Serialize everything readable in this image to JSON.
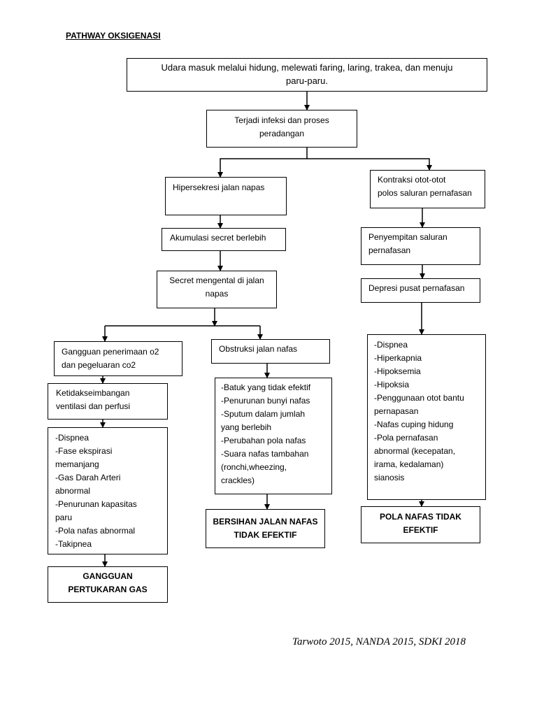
{
  "title": "PATHWAY OKSIGENASI",
  "nodes": {
    "udara": {
      "lines": [
        "Udara masuk melalui hidung, melewati faring, laring, trakea, dan menuju",
        "paru-paru."
      ]
    },
    "infeksi": {
      "lines": [
        "Terjadi infeksi dan proses",
        "peradangan"
      ]
    },
    "hipersekresi": {
      "lines": [
        "Hipersekresi jalan napas"
      ]
    },
    "kontraksi": {
      "lines": [
        "Kontraksi otot-otot",
        "polos saluran pernafasan"
      ]
    },
    "akumulasi": {
      "lines": [
        "Akumulasi secret berlebih"
      ]
    },
    "penyempitan": {
      "lines": [
        "Penyempitan saluran",
        "pernafasan"
      ]
    },
    "secret": {
      "lines": [
        "Secret mengental di jalan",
        "napas"
      ]
    },
    "depresi": {
      "lines": [
        "Depresi pusat pernafasan"
      ]
    },
    "gangguan_penerimaan": {
      "lines": [
        "Gangguan penerimaan  o2",
        "dan pegeluaran co2"
      ]
    },
    "obstruksi": {
      "lines": [
        "Obstruksi jalan nafas"
      ]
    },
    "ketidakseimbangan": {
      "lines": [
        "Ketidakseimbangan",
        "ventilasi dan perfusi"
      ]
    },
    "gejala_gas": {
      "lines": [
        "-Dispnea",
        "-Fase ekspirasi",
        "memanjang",
        "-Gas Darah Arteri",
        "abnormal",
        "-Penurunan kapasitas",
        "paru",
        "-Pola nafas abnormal",
        "-Takipnea"
      ]
    },
    "gejala_obstruksi": {
      "lines": [
        "-Batuk yang tidak efektif",
        "-Penurunan bunyi nafas",
        "-Sputum dalam jumlah",
        "yang berlebih",
        "-Perubahan pola nafas",
        "-Suara nafas tambahan",
        "(ronchi,wheezing,",
        "crackles)"
      ]
    },
    "gejala_pola": {
      "lines": [
        "-Dispnea",
        "-Hiperkapnia",
        "-Hipoksemia",
        "-Hipoksia",
        "-Penggunaan otot bantu",
        "pernapasan",
        "-Nafas cuping hidung",
        "-Pola pernafasan",
        "abnormal (kecepatan,",
        "irama, kedalaman)",
        "sianosis"
      ]
    },
    "dx_gas": {
      "lines": [
        "GANGGUAN",
        "PERTUKARAN GAS"
      ]
    },
    "dx_jalan_nafas": {
      "lines": [
        "BERSIHAN JALAN NAFAS",
        "TIDAK EFEKTIF"
      ]
    },
    "dx_pola_nafas": {
      "lines": [
        "POLA NAFAS TIDAK",
        "EFEKTIF"
      ]
    }
  },
  "citation": "Tarwoto 2015, NANDA 2015, SDKI 2018"
}
